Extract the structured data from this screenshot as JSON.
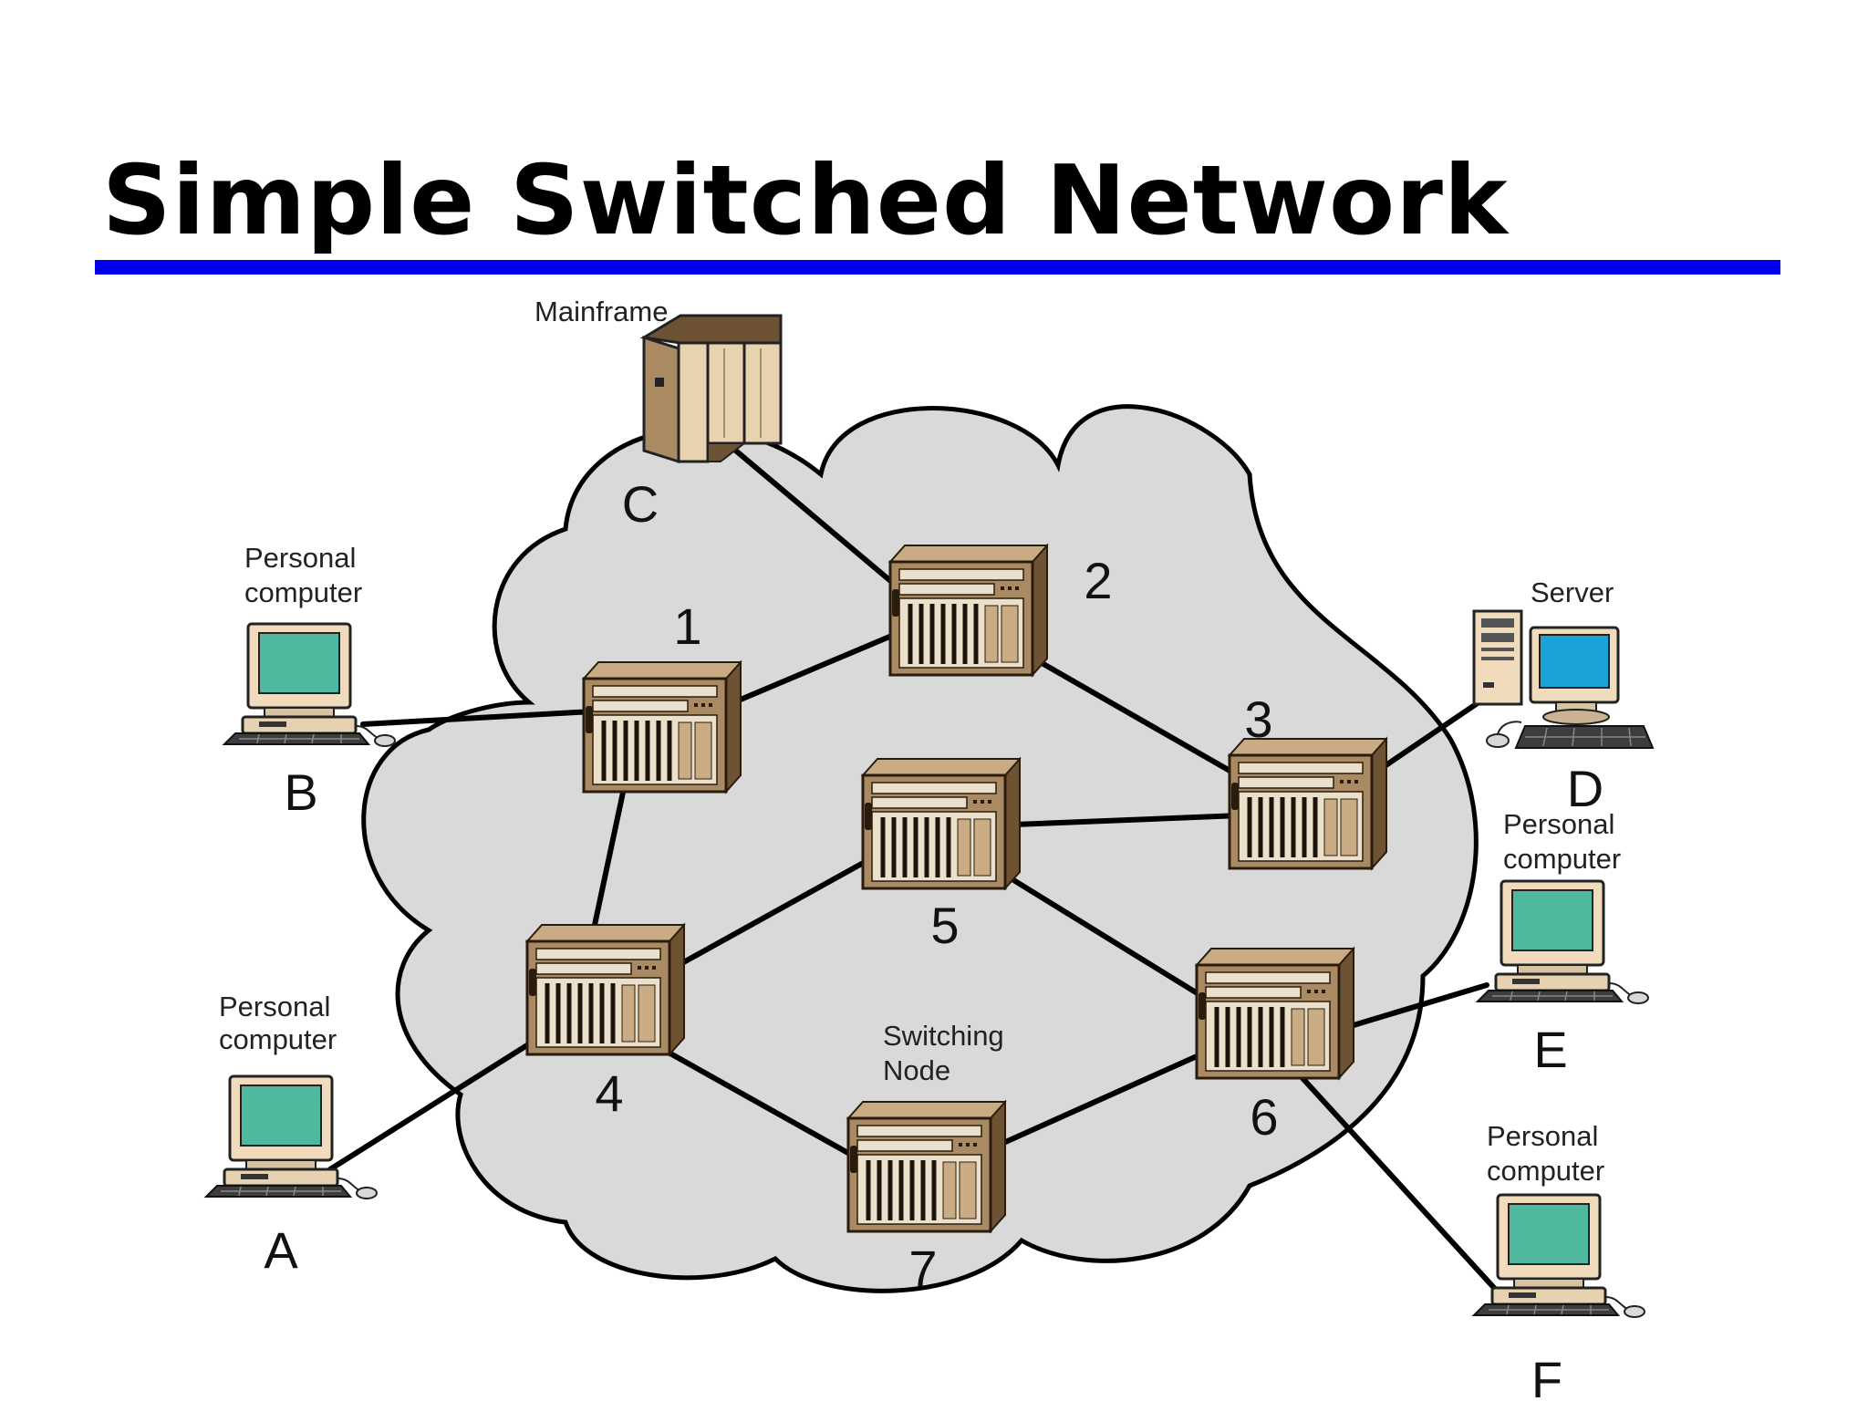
{
  "slide": {
    "title": "Simple Switched Network",
    "rule_color": "#0000ee"
  },
  "cloud": {
    "fill": "#d9d9d9",
    "stroke": "#000000"
  },
  "colors": {
    "device_tan": "#a98a63",
    "device_dark": "#6e5234",
    "screen_teal": "#4fb89e",
    "screen_blue": "#1aa3d6",
    "monitor_beige": "#f0dcbc"
  },
  "nodes": [
    {
      "id": "1",
      "label": "1"
    },
    {
      "id": "2",
      "label": "2"
    },
    {
      "id": "3",
      "label": "3"
    },
    {
      "id": "4",
      "label": "4"
    },
    {
      "id": "5",
      "label": "5"
    },
    {
      "id": "6",
      "label": "6"
    },
    {
      "id": "7",
      "label": "7"
    }
  ],
  "stations": [
    {
      "id": "A",
      "letter": "A",
      "type_lines": [
        "Personal",
        "computer"
      ]
    },
    {
      "id": "B",
      "letter": "B",
      "type_lines": [
        "Personal",
        "computer"
      ]
    },
    {
      "id": "C",
      "letter": "C",
      "type_lines": [
        "Mainframe"
      ]
    },
    {
      "id": "D",
      "letter": "D",
      "type_lines": [
        "Server"
      ]
    },
    {
      "id": "E",
      "letter": "E",
      "type_lines": [
        "Personal",
        "computer"
      ]
    },
    {
      "id": "F",
      "letter": "F",
      "type_lines": [
        "Personal",
        "computer"
      ]
    }
  ],
  "annotation": {
    "lines": [
      "Switching",
      "Node"
    ]
  },
  "links": [
    [
      "B",
      "1"
    ],
    [
      "1",
      "2"
    ],
    [
      "1",
      "4"
    ],
    [
      "C",
      "2"
    ],
    [
      "2",
      "3"
    ],
    [
      "5",
      "3"
    ],
    [
      "4",
      "5"
    ],
    [
      "5",
      "6"
    ],
    [
      "A",
      "4"
    ],
    [
      "4",
      "7"
    ],
    [
      "7",
      "6"
    ],
    [
      "6",
      "E"
    ],
    [
      "6",
      "F"
    ],
    [
      "3",
      "D"
    ]
  ],
  "icons": {
    "switch": "switching-node-icon",
    "pc": "personal-computer-icon",
    "server": "server-icon",
    "mainframe": "mainframe-icon"
  }
}
